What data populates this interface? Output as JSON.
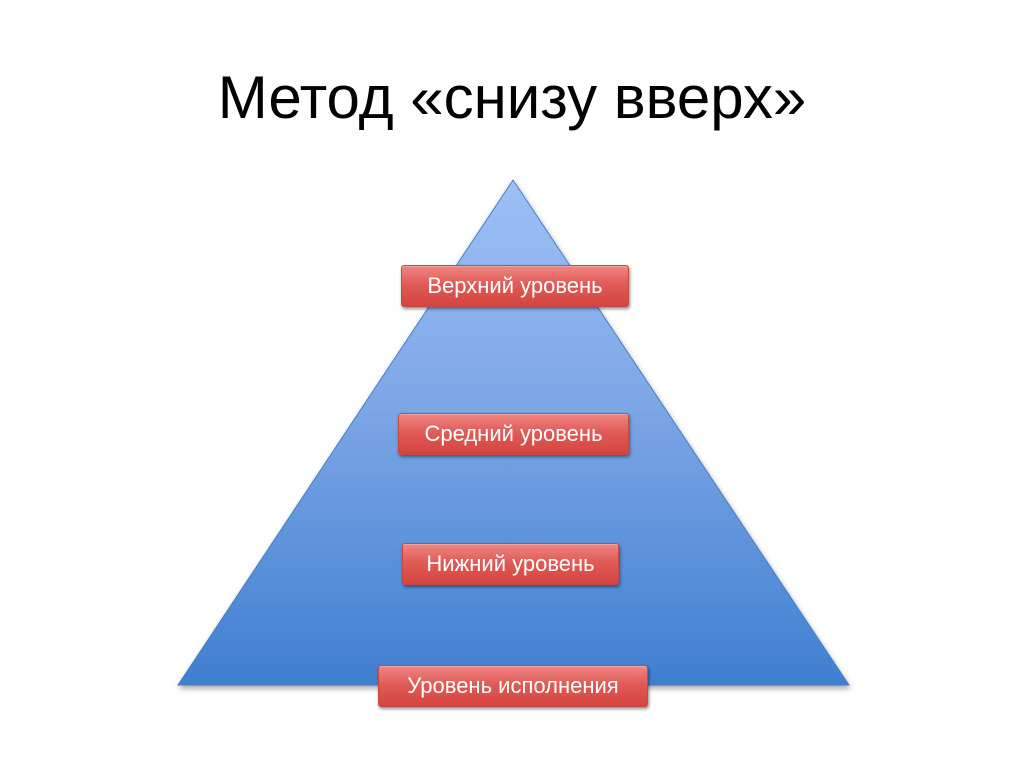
{
  "slide": {
    "title": "Метод «снизу вверх»"
  },
  "pyramid": {
    "fill_top": "#9dc0f5",
    "fill_bottom": "#3f7fd0",
    "stroke": "#4a7ec4",
    "levels": [
      {
        "label": "Верхний уровень"
      },
      {
        "label": "Средний уровень"
      },
      {
        "label": "Нижний уровень"
      },
      {
        "label": "Уровень исполнения"
      }
    ],
    "box_color": "#e05b57"
  }
}
